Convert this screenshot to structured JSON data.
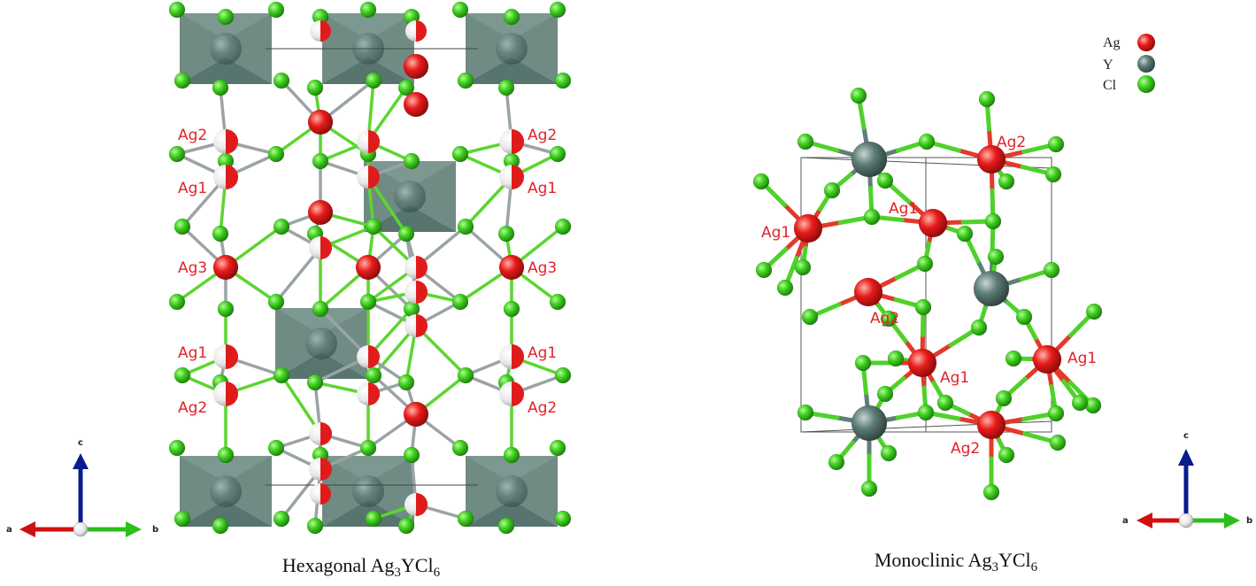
{
  "hexagonal_panel": {
    "caption": {
      "prefix": "Hexagonal Ag",
      "sub1": "3",
      "mid": "YCl",
      "sub2": "6"
    },
    "site_labels": [
      {
        "text": "Ag2",
        "side": "left"
      },
      {
        "text": "Ag2",
        "side": "right"
      },
      {
        "text": "Ag1",
        "side": "left"
      },
      {
        "text": "Ag1",
        "side": "right"
      },
      {
        "text": "Ag3",
        "side": "left"
      },
      {
        "text": "Ag3",
        "side": "right"
      },
      {
        "text": "Ag1",
        "side": "left"
      },
      {
        "text": "Ag1",
        "side": "right"
      },
      {
        "text": "Ag2",
        "side": "left"
      },
      {
        "text": "Ag2",
        "side": "right"
      }
    ]
  },
  "monoclinic_panel": {
    "caption": {
      "prefix": "Monoclinic Ag",
      "sub1": "3",
      "mid": "YCl",
      "sub2": "6"
    },
    "site_labels": [
      "Ag2",
      "Ag1",
      "Ag1",
      "Ag2",
      "Ag1",
      "Ag1",
      "Ag2"
    ]
  },
  "legend": [
    {
      "label": "Ag",
      "color": "#e01b1b"
    },
    {
      "label": "Y",
      "color": "#4f6b66"
    },
    {
      "label": "Cl",
      "color": "#2fc21a"
    }
  ],
  "axes_left": {
    "c": "c",
    "a": "a",
    "b": "b"
  },
  "axes_right": {
    "c": "c",
    "a": "a",
    "b": "b"
  },
  "colors": {
    "ag": "#e01b1b",
    "y": "#4f6b66",
    "cl": "#2fc21a",
    "octahedron": "#5f7e77",
    "bond": "#9aa3a6",
    "label": "#e0232a"
  }
}
